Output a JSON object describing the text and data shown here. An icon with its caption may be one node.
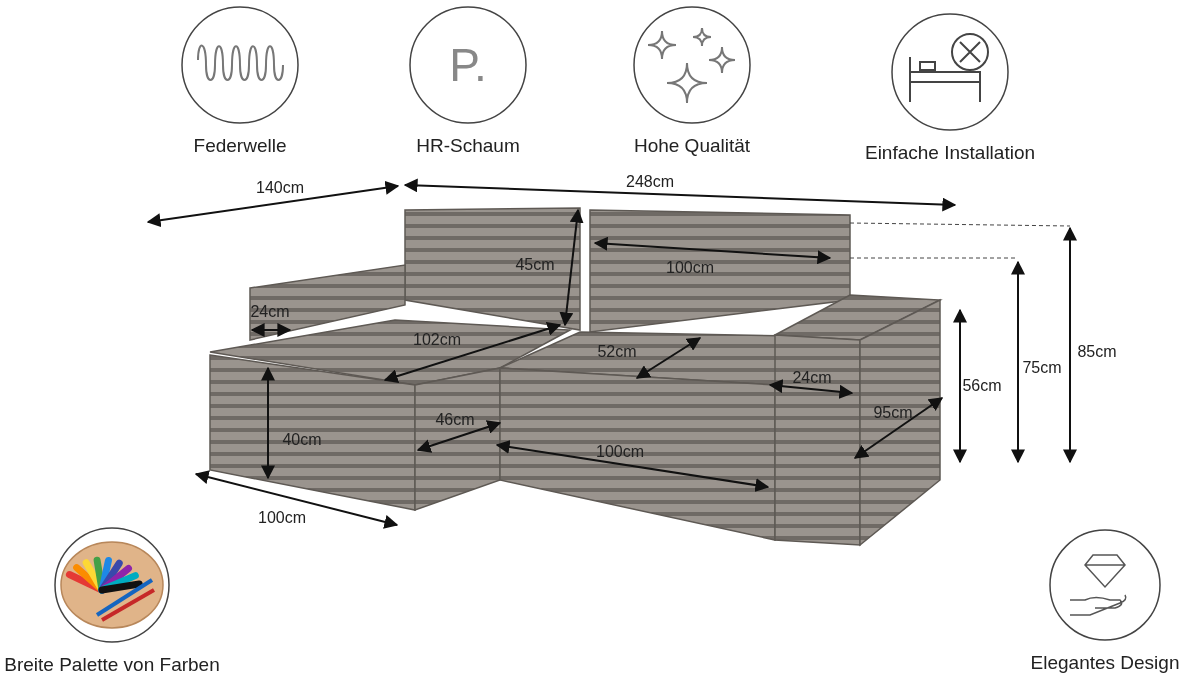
{
  "diagram": {
    "nodes": [
      {
        "text": [
          "Federwelle"
        ]
      },
      {
        "text": [
          "P.",
          "HR-Schaum"
        ]
      },
      {
        "text": [
          "Hohe Qualität"
        ]
      },
      {
        "text": [
          "Einfache Installation"
        ]
      },
      {
        "text": [
          "Breite Palette von Farben"
        ]
      },
      {
        "text": [
          "Elegantes Design"
        ]
      }
    ],
    "labels": [
      "140cm",
      "248cm",
      "100cm",
      "45cm",
      "24cm",
      "102cm",
      "52cm",
      "24cm",
      "75cm",
      "85cm",
      "56cm",
      "40cm",
      "46cm",
      "100cm",
      "95cm",
      "100cm"
    ]
  }
}
